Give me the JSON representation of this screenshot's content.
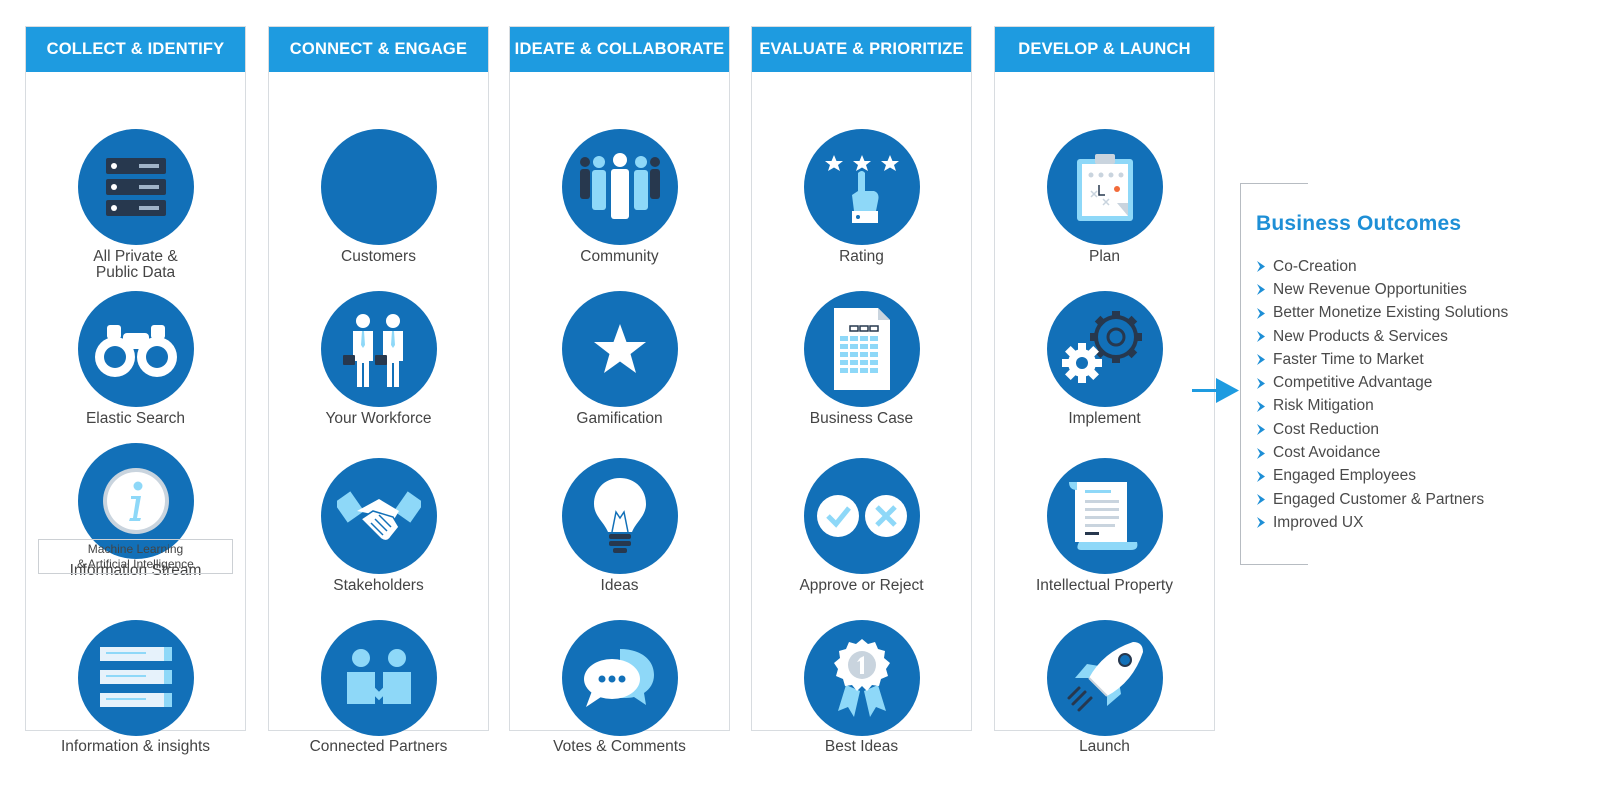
{
  "columns": [
    {
      "title": "COLLECT & IDENTIFY",
      "items": [
        {
          "label": "All Private &\nPublic Data",
          "icon": "server-icon"
        },
        {
          "label": "Elastic Search",
          "icon": "binoculars-icon"
        },
        {
          "label": "Information Stream",
          "icon": "info-icon"
        },
        {
          "label": "Information & insights",
          "icon": "document-stack-icon"
        }
      ],
      "note": "Machine Learning\n& Artificial Intelligence"
    },
    {
      "title": "CONNECT & ENGAGE",
      "items": [
        {
          "label": "Customers",
          "icon": "customers-icon"
        },
        {
          "label": "Your Workforce",
          "icon": "workforce-icon"
        },
        {
          "label": "Stakeholders",
          "icon": "handshake-icon"
        },
        {
          "label": "Connected Partners",
          "icon": "partners-icon"
        }
      ]
    },
    {
      "title": "IDEATE & COLLABORATE",
      "items": [
        {
          "label": "Community",
          "icon": "community-icon"
        },
        {
          "label": "Gamification",
          "icon": "star-icon"
        },
        {
          "label": "Ideas",
          "icon": "lightbulb-icon"
        },
        {
          "label": "Votes & Comments",
          "icon": "chat-bubbles-icon"
        }
      ]
    },
    {
      "title": "EVALUATE & PRIORITIZE",
      "items": [
        {
          "label": "Rating",
          "icon": "rating-hand-icon"
        },
        {
          "label": "Business Case",
          "icon": "spreadsheet-icon"
        },
        {
          "label": "Approve or Reject",
          "icon": "check-cross-icon"
        },
        {
          "label": "Best Ideas",
          "icon": "award-ribbon-icon"
        }
      ]
    },
    {
      "title": "DEVELOP & LAUNCH",
      "items": [
        {
          "label": "Plan",
          "icon": "clipboard-plan-icon"
        },
        {
          "label": "Implement",
          "icon": "gears-icon"
        },
        {
          "label": "Intellectual Property",
          "icon": "scroll-document-icon"
        },
        {
          "label": "Launch",
          "icon": "rocket-icon"
        }
      ]
    }
  ],
  "outcomes": {
    "title": "Business Outcomes",
    "items": [
      "Co-Creation",
      "New Revenue Opportunities",
      "Better Monetize Existing Solutions",
      "New Products & Services",
      "Faster Time to Market",
      "Competitive Advantage",
      "Risk Mitigation",
      "Cost Reduction",
      "Cost Avoidance",
      "Engaged Employees",
      "Engaged Customer & Partners",
      "Improved UX"
    ]
  },
  "colors": {
    "header": "#1e9be0",
    "circle": "#1270b8",
    "light_blue": "#8ed8f8",
    "title_blue": "#1e8fd6"
  }
}
